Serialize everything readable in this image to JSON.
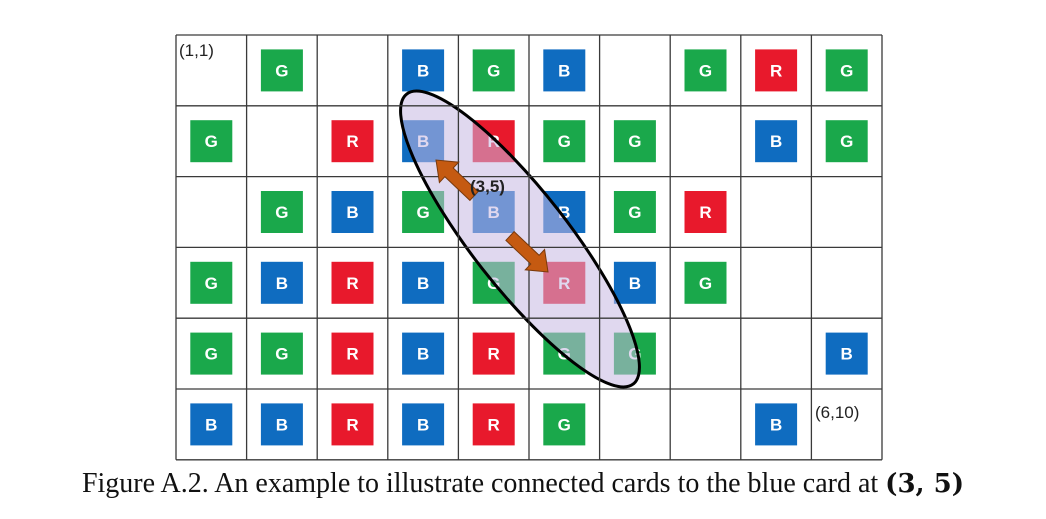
{
  "grid": {
    "rows": [
      [
        "",
        "G",
        "",
        "B",
        "G",
        "B",
        "",
        "G",
        "R",
        "G"
      ],
      [
        "G",
        "",
        "R",
        "B",
        "R",
        "G",
        "G",
        "",
        "B",
        "G"
      ],
      [
        "",
        "G",
        "B",
        "G",
        "B",
        "B",
        "G",
        "R",
        "",
        ""
      ],
      [
        "G",
        "B",
        "R",
        "B",
        "G",
        "R",
        "B",
        "G",
        "",
        ""
      ],
      [
        "G",
        "G",
        "R",
        "B",
        "R",
        "G",
        "G",
        "",
        "",
        "B"
      ],
      [
        "B",
        "B",
        "R",
        "B",
        "R",
        "G",
        "",
        "",
        "B",
        ""
      ]
    ],
    "corner_labels": {
      "top_left": "(1,1)",
      "bottom_right": "(6,10)"
    },
    "highlight_label": "(3,5)"
  },
  "colors": {
    "G": "#1aa84b",
    "B": "#0f6cc0",
    "R": "#e8192c",
    "ellipse_fill": "#c7b8e2",
    "ellipse_stroke": "#000000",
    "arrow": "#c55a11"
  },
  "caption": {
    "text": "Figure A.2. An example to illustrate connected cards to the blue card at ",
    "math": "(3, 5)"
  }
}
